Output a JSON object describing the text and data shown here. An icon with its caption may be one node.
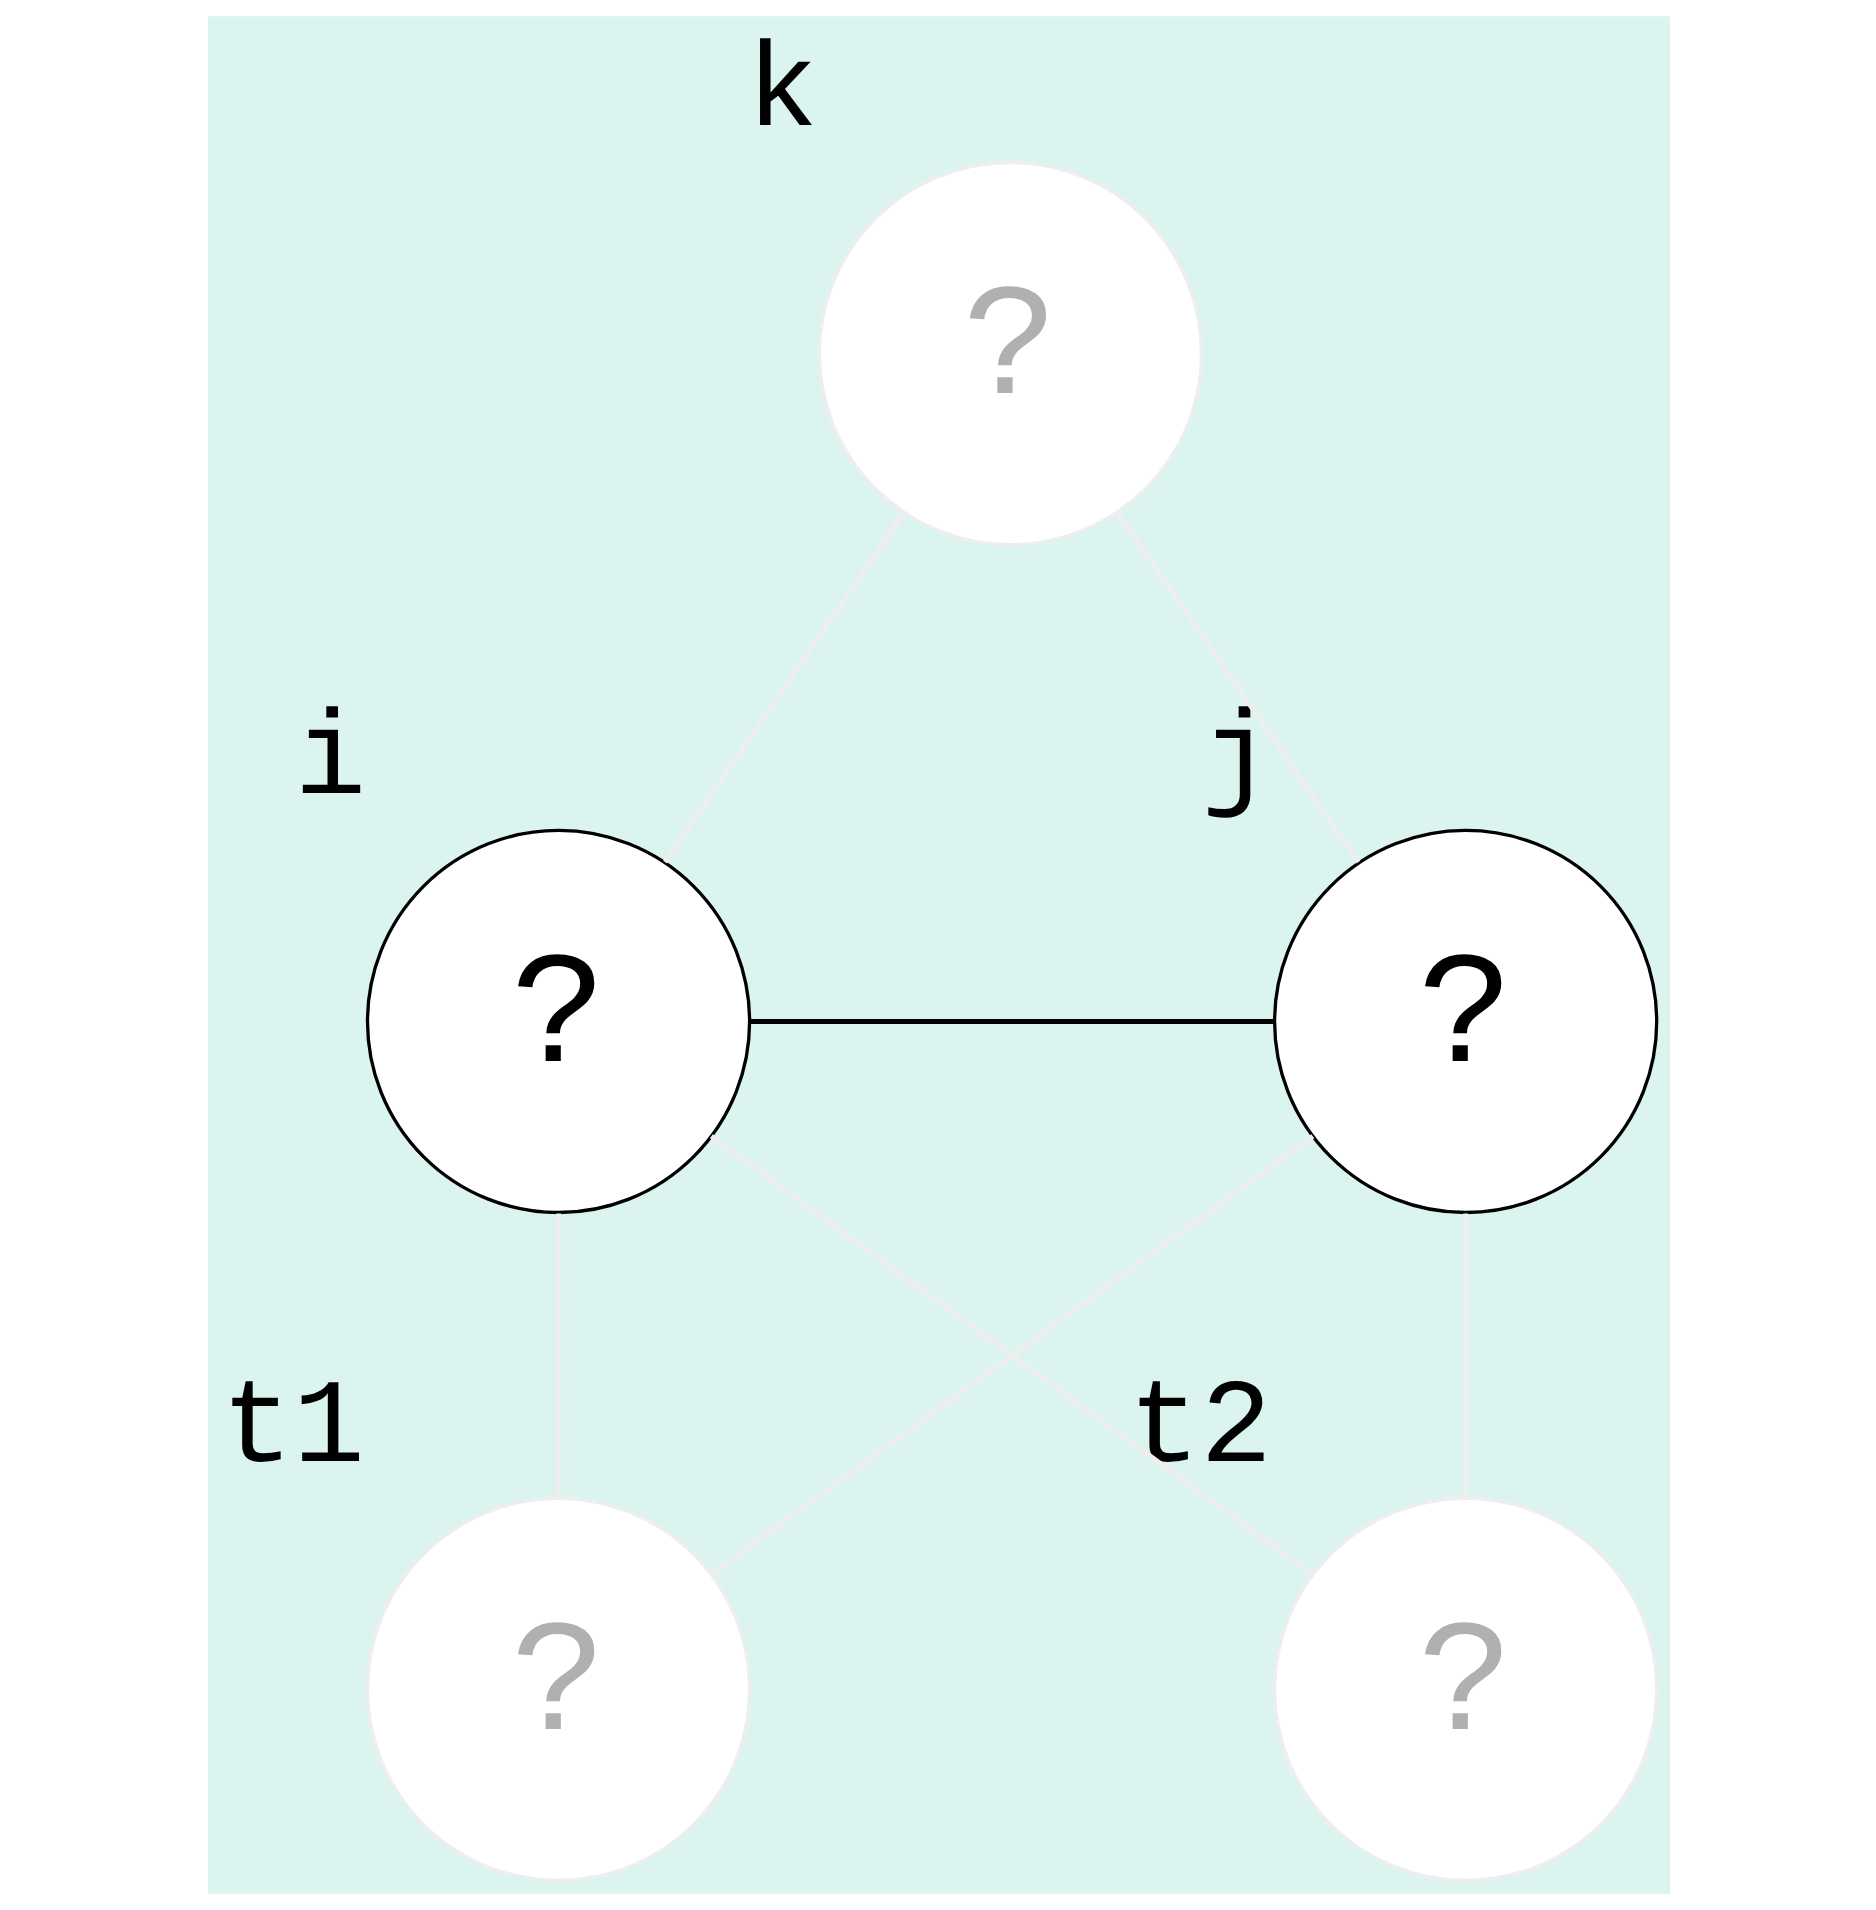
{
  "diagram": {
    "nodes": [
      {
        "text": [
          "?"
        ],
        "beside": [
          "k"
        ]
      },
      {
        "text": [
          "?"
        ],
        "beside": [
          "i"
        ]
      },
      {
        "text": [
          "?"
        ],
        "beside": [
          "j"
        ]
      },
      {
        "text": [
          "?"
        ],
        "beside": [
          "t1"
        ]
      },
      {
        "text": [
          "?"
        ],
        "beside": [
          "t2"
        ]
      }
    ],
    "edges": [
      {
        "from": 0,
        "to": 1,
        "arrow": "none"
      },
      {
        "from": 0,
        "to": 2,
        "arrow": "none"
      },
      {
        "from": 1,
        "to": 2,
        "arrow": "none",
        "color": "#000000"
      },
      {
        "from": 1,
        "to": 3,
        "arrow": "none"
      },
      {
        "from": 1,
        "to": 4,
        "arrow": "none"
      },
      {
        "from": 2,
        "to": 3,
        "arrow": "none"
      },
      {
        "from": 2,
        "to": 4,
        "arrow": "none"
      }
    ]
  }
}
